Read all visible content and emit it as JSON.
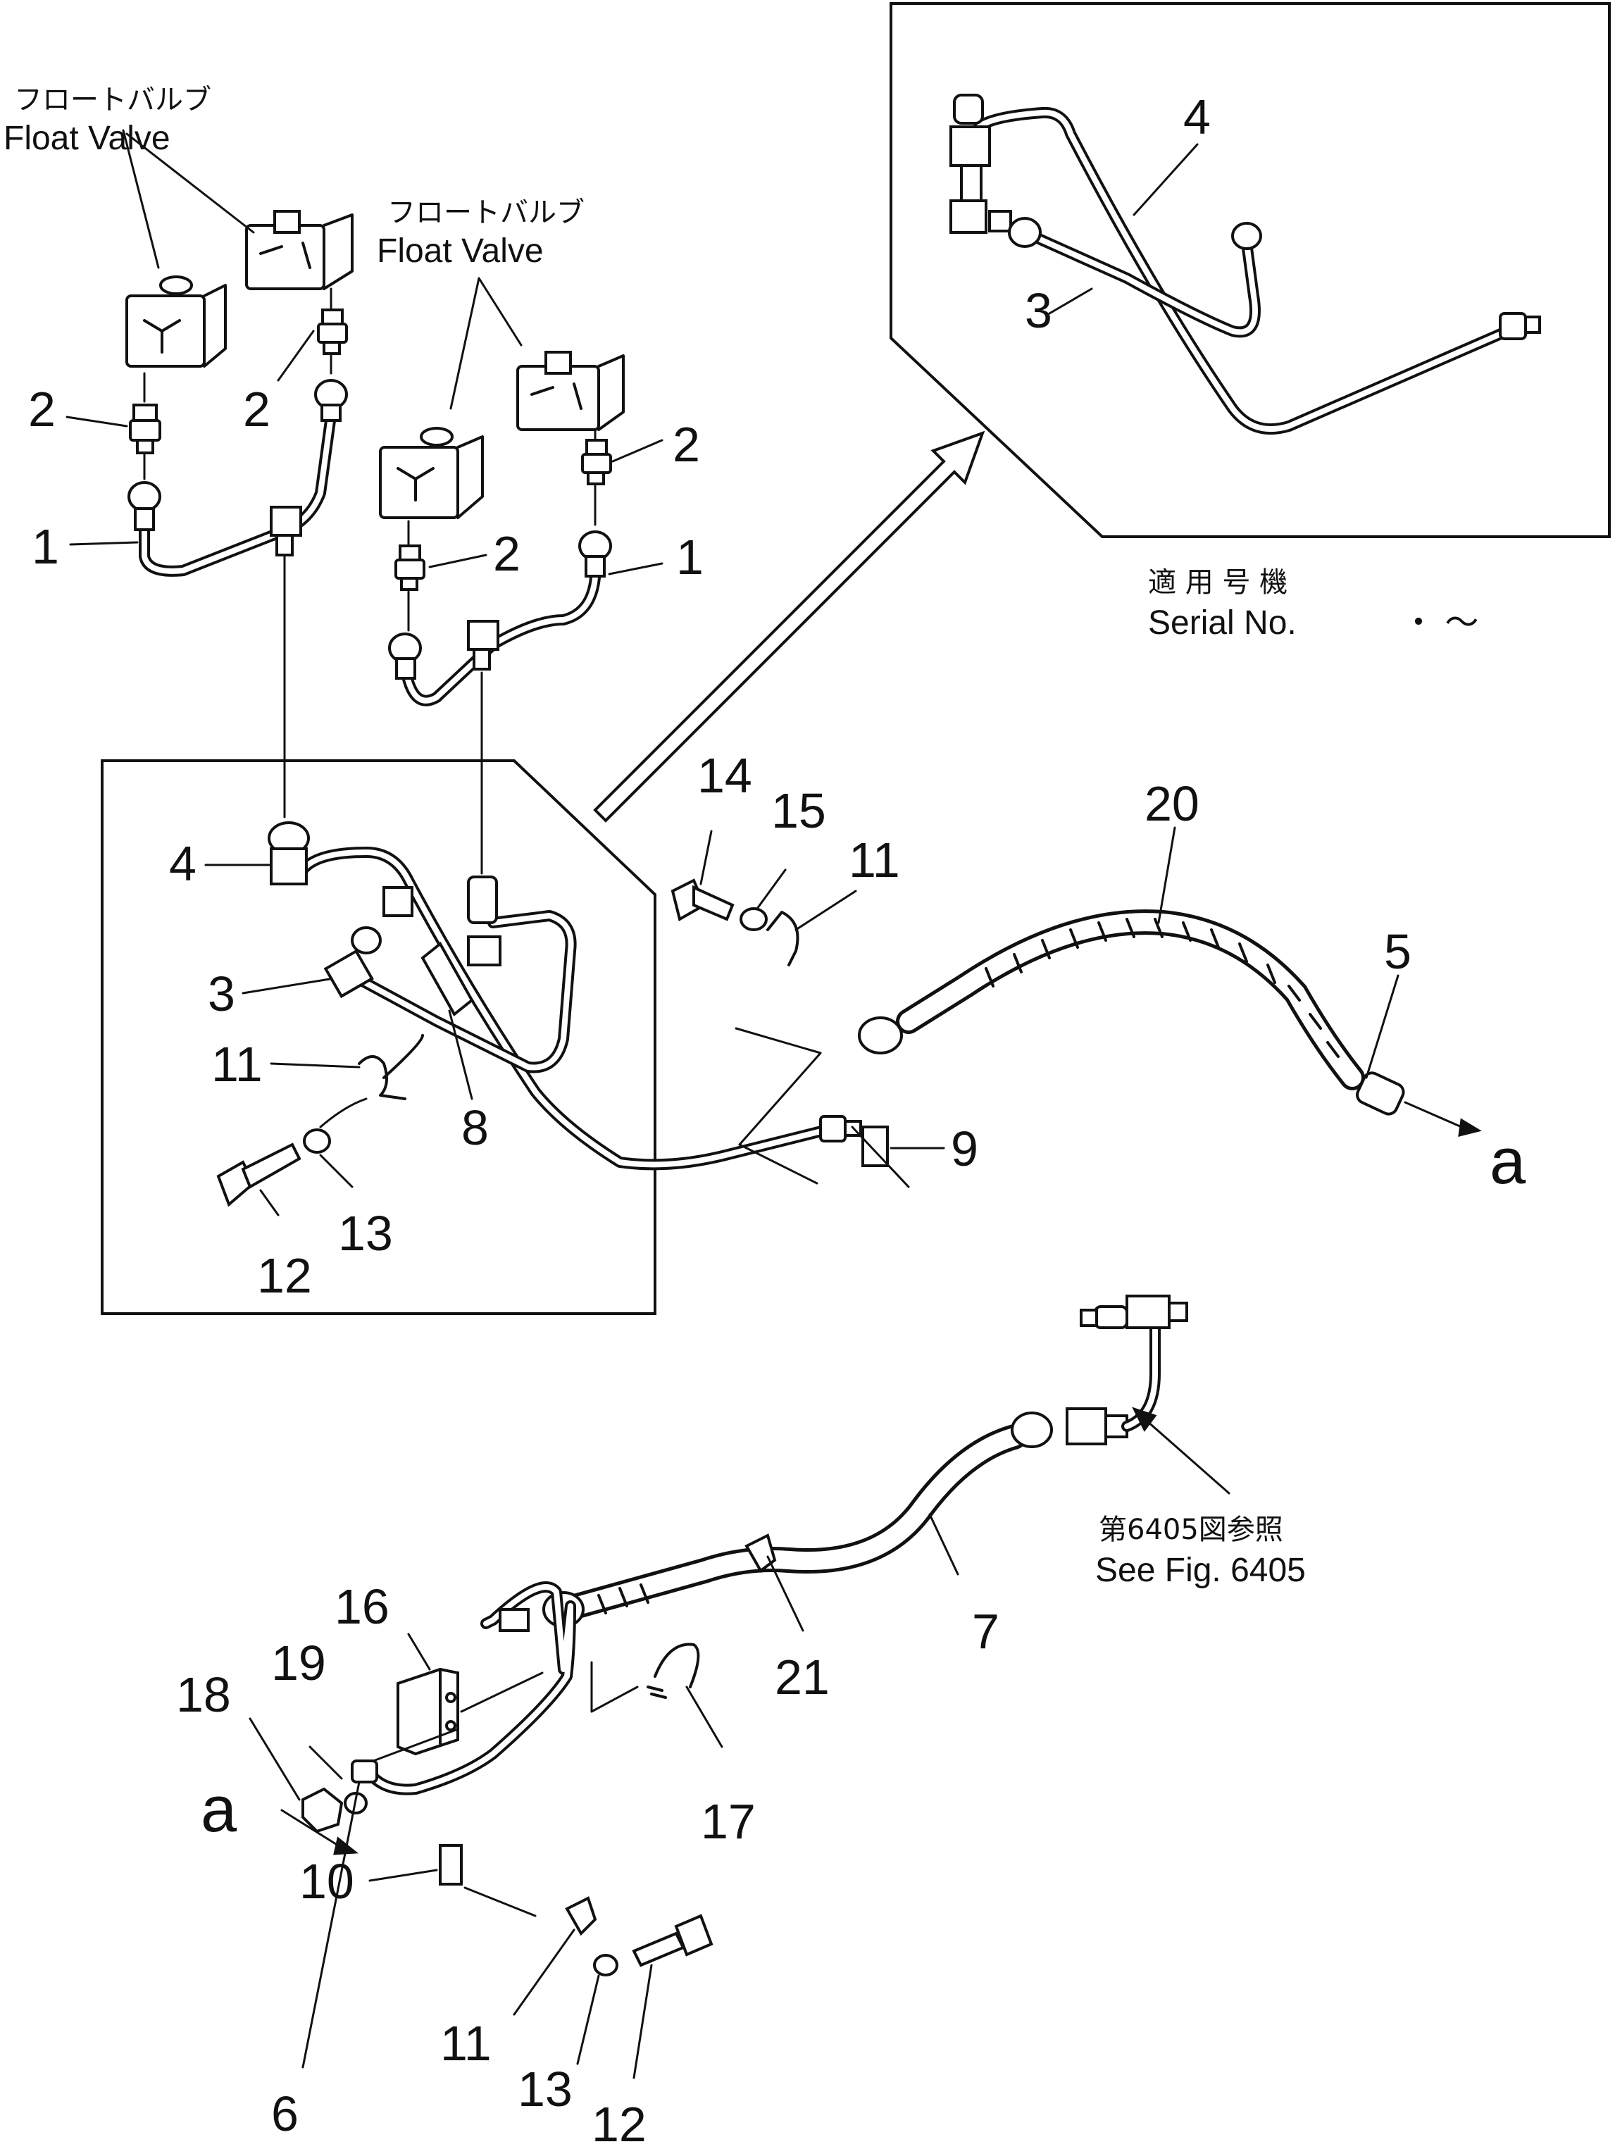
{
  "float_valve_label_left": {
    "jp": "フロートバルブ",
    "en": "Float  Valve"
  },
  "float_valve_label_center": {
    "jp": "フロートバルブ",
    "en": "Float  Valve"
  },
  "serial_note": {
    "jp": "適 用 号 機",
    "en": "Serial  No.",
    "range": "・ ～"
  },
  "see_fig_note": {
    "jp": "第6405図参照",
    "en": "See  Fig.  6405"
  },
  "connection_letter": "a",
  "callouts": {
    "p1_left": "1",
    "p1_right": "1",
    "p2_a": "2",
    "p2_b": "2",
    "p2_c": "2",
    "p2_d": "2",
    "p3_box": "3",
    "p3_inset": "3",
    "p4_box": "4",
    "p4_inset": "4",
    "p5": "5",
    "p6": "6",
    "p7": "7",
    "p8": "8",
    "p9": "9",
    "p10": "10",
    "p11_a": "11",
    "p11_b": "11",
    "p11_c": "11",
    "p12_a": "12",
    "p12_b": "12",
    "p13_a": "13",
    "p13_b": "13",
    "p14": "14",
    "p15": "15",
    "p16": "16",
    "p17": "17",
    "p18": "18",
    "p19": "19",
    "p20": "20",
    "p21": "21"
  }
}
